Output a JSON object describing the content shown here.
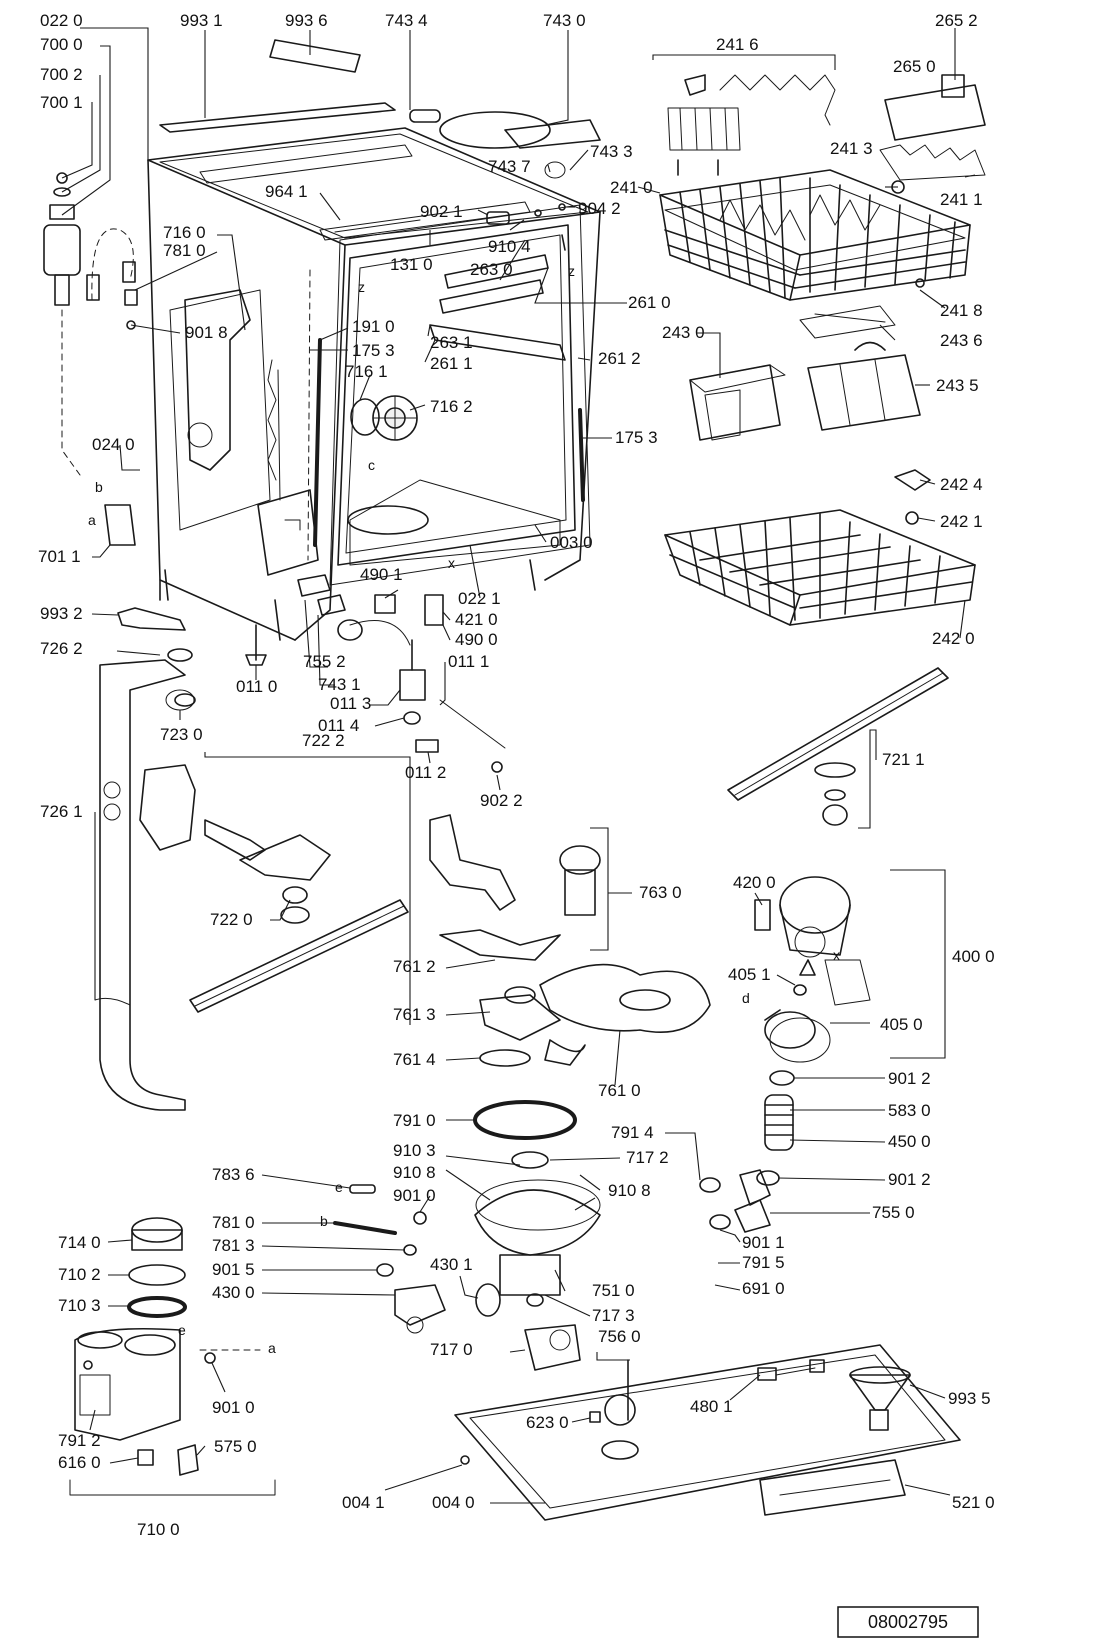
{
  "document": {
    "number": "08002795"
  },
  "letters": [
    "z",
    "z",
    "c",
    "b",
    "a",
    "x",
    "x",
    "d",
    "e",
    "b",
    "e",
    "a"
  ],
  "labels": [
    "022 0",
    "993 1",
    "993 6",
    "743 4",
    "743 0",
    "265 2",
    "700 0",
    "700 2",
    "700 1",
    "241 6",
    "265 0",
    "743 7",
    "743 3",
    "241 3",
    "241 0",
    "241 1",
    "964 1",
    "902 1",
    "904 2",
    "910 4",
    "716 0",
    "781 0",
    "131 0",
    "263 0",
    "261 0",
    "241 8",
    "901 8",
    "191 0",
    "263 1",
    "175 3",
    "261 1",
    "261 2",
    "243 6",
    "243 0",
    "243 5",
    "716 1",
    "716 2",
    "175 3",
    "024 0",
    "242 4",
    "242 1",
    "701 1",
    "003 0",
    "490 1",
    "022 1",
    "421 0",
    "993 2",
    "490 0",
    "242 0",
    "726 2",
    "755 2",
    "011 1",
    "011 0",
    "743 1",
    "011 3",
    "723 0",
    "011 4",
    "011 2",
    "902 2",
    "722 2",
    "721 1",
    "726 1",
    "763 0",
    "420 0",
    "722 0",
    "761 2",
    "405 1",
    "400 0",
    "761 3",
    "405 0",
    "761 4",
    "761 0",
    "901 2",
    "791 0",
    "583 0",
    "910 3",
    "791 4",
    "717 2",
    "450 0",
    "910 8",
    "910 8",
    "783 6",
    "901 2",
    "901 0",
    "781 0",
    "755 0",
    "714 0",
    "901 1",
    "781 3",
    "710 2",
    "901 5",
    "430 1",
    "751 0",
    "791 5",
    "710 3",
    "430 0",
    "691 0",
    "717 3",
    "756 0",
    "717 0",
    "480 1",
    "993 5",
    "901 0",
    "623 0",
    "791 2",
    "575 0",
    "616 0",
    "710 0",
    "004 1",
    "004 0",
    "521 0"
  ],
  "icons": {
    "dishwasher_tub": "tub-frame-drawing",
    "upper_basket": "wire-basket-drawing",
    "lower_basket": "wire-basket-drawing",
    "spray_arm": "spray-arm-drawing",
    "wash_pump": "pump-motor-drawing",
    "water_softener": "softener-unit-drawing",
    "base_frame": "base-tray-drawing"
  }
}
